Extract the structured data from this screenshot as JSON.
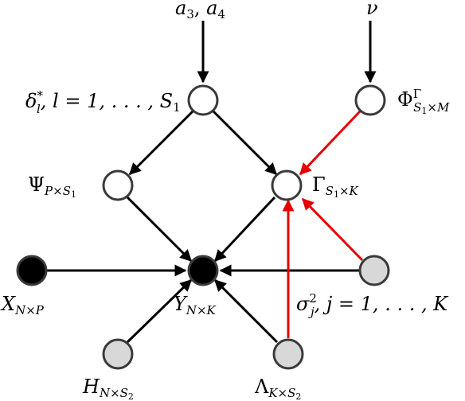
{
  "edge_colors": {
    "standard": "#000000",
    "highlight": "#e60000"
  },
  "node_fill_colors": {
    "latent": "#ffffff",
    "observed": "#000000",
    "fixed": "#d8d8d8"
  },
  "labels": {
    "a34": {
      "base": "a",
      "sub1": "3",
      "mid": ", ",
      "base2": "a",
      "sub2": "4"
    },
    "nu": {
      "base": "ν"
    },
    "delta": {
      "base": "δ",
      "sup": "*",
      "sub": "l",
      "rest": ", l = 1, . . . , S",
      "restsub": "1"
    },
    "phi": {
      "base": "Φ",
      "sup": "Γ",
      "sub": "S",
      "subsub": "1",
      "subrest": "×M"
    },
    "psi": {
      "base": "Ψ",
      "sub": "P×S",
      "subsub": "1"
    },
    "gamma": {
      "base": "Γ",
      "sub": "S",
      "subsub": "1",
      "subrest": "×K"
    },
    "x": {
      "base": "X",
      "sub": "N×P"
    },
    "y": {
      "base": "Y",
      "sub": "N×K"
    },
    "sigma": {
      "base": "σ",
      "sup": "2",
      "sub": "j",
      "rest": ", j = 1, . . . , K"
    },
    "h": {
      "base": "H",
      "sub": "N×S",
      "subsub": "2"
    },
    "lambda": {
      "base": "Λ",
      "sub": "K×S",
      "subsub": "2"
    }
  }
}
